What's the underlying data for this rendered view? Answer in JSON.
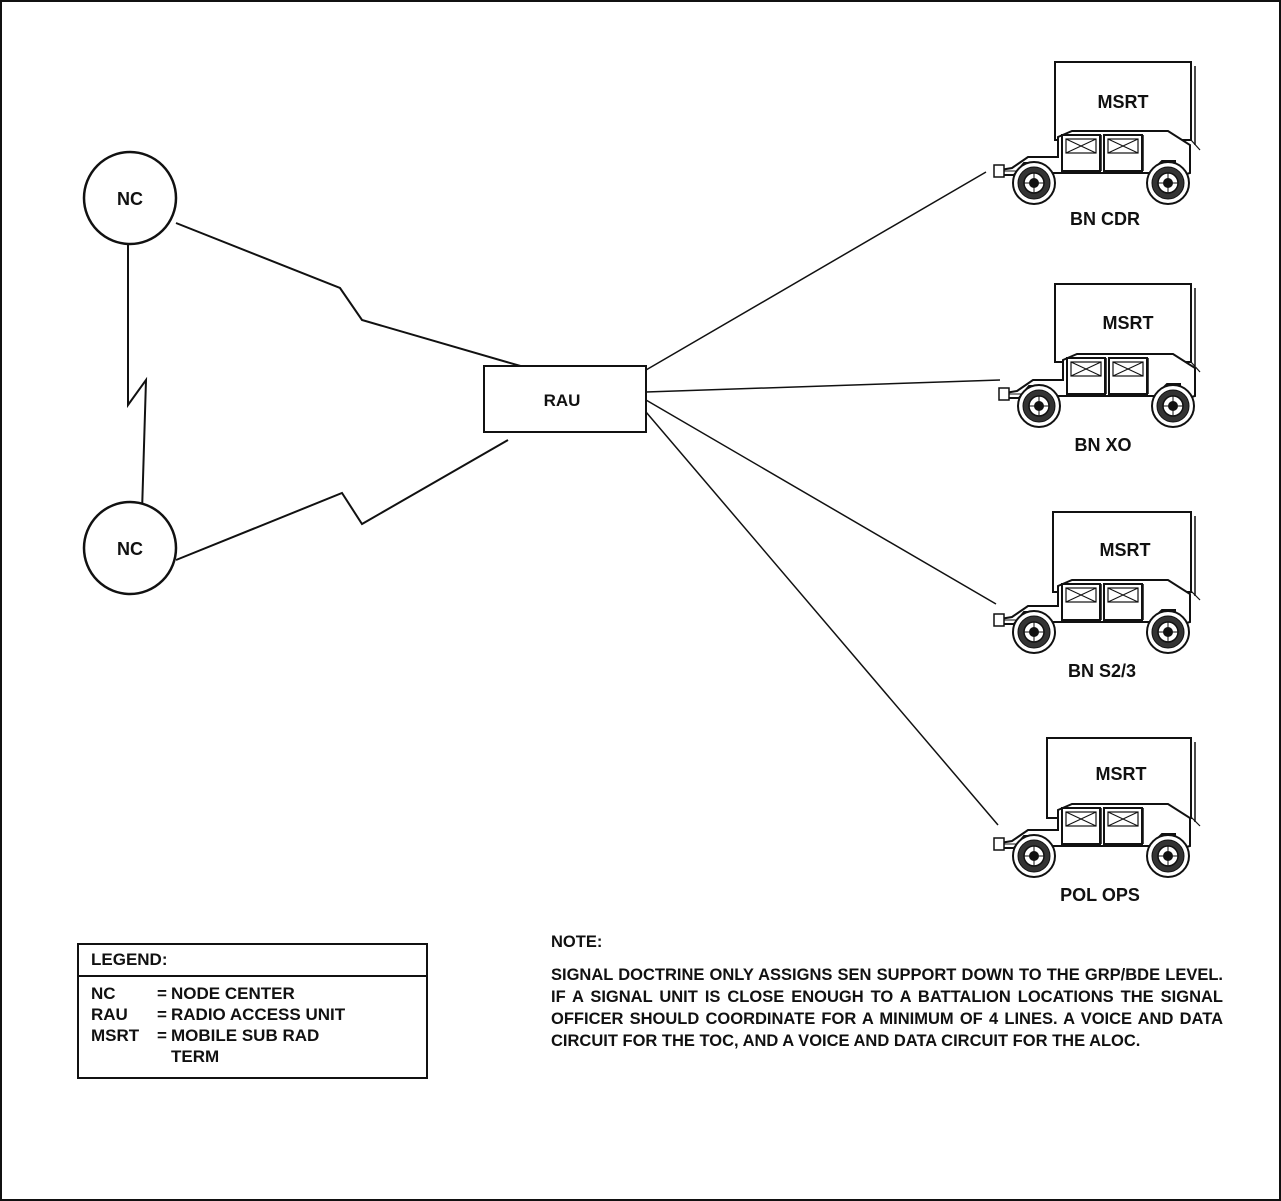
{
  "nodes": {
    "nc_top": "NC",
    "nc_bottom": "NC",
    "rau": "RAU"
  },
  "vehicles": [
    {
      "box_label": "MSRT",
      "caption": "BN CDR"
    },
    {
      "box_label": "MSRT",
      "caption": "BN XO"
    },
    {
      "box_label": "MSRT",
      "caption": "BN S2/3"
    },
    {
      "box_label": "MSRT",
      "caption": "POL OPS"
    }
  ],
  "legend": {
    "title": "LEGEND:",
    "items": [
      {
        "abbr": "NC",
        "eq": "=",
        "definition": "NODE CENTER"
      },
      {
        "abbr": "RAU",
        "eq": "=",
        "definition": "RADIO ACCESS UNIT"
      },
      {
        "abbr": "MSRT",
        "eq": "=",
        "definition": "MOBILE SUB RAD",
        "definition_cont": "TERM"
      }
    ]
  },
  "note": {
    "title": "NOTE:",
    "text": "SIGNAL DOCTRINE ONLY ASSIGNS SEN SUPPORT DOWN TO THE GRP/BDE LEVEL.  IF A SIGNAL UNIT IS CLOSE ENOUGH TO A BATTALION LOCATIONS THE SIGNAL OFFICER SHOULD COORDINATE FOR A MINIMUM OF 4 LINES.  A VOICE AND DATA CIRCUIT FOR THE TOC, AND A VOICE AND DATA CIRCUIT FOR THE ALOC."
  }
}
